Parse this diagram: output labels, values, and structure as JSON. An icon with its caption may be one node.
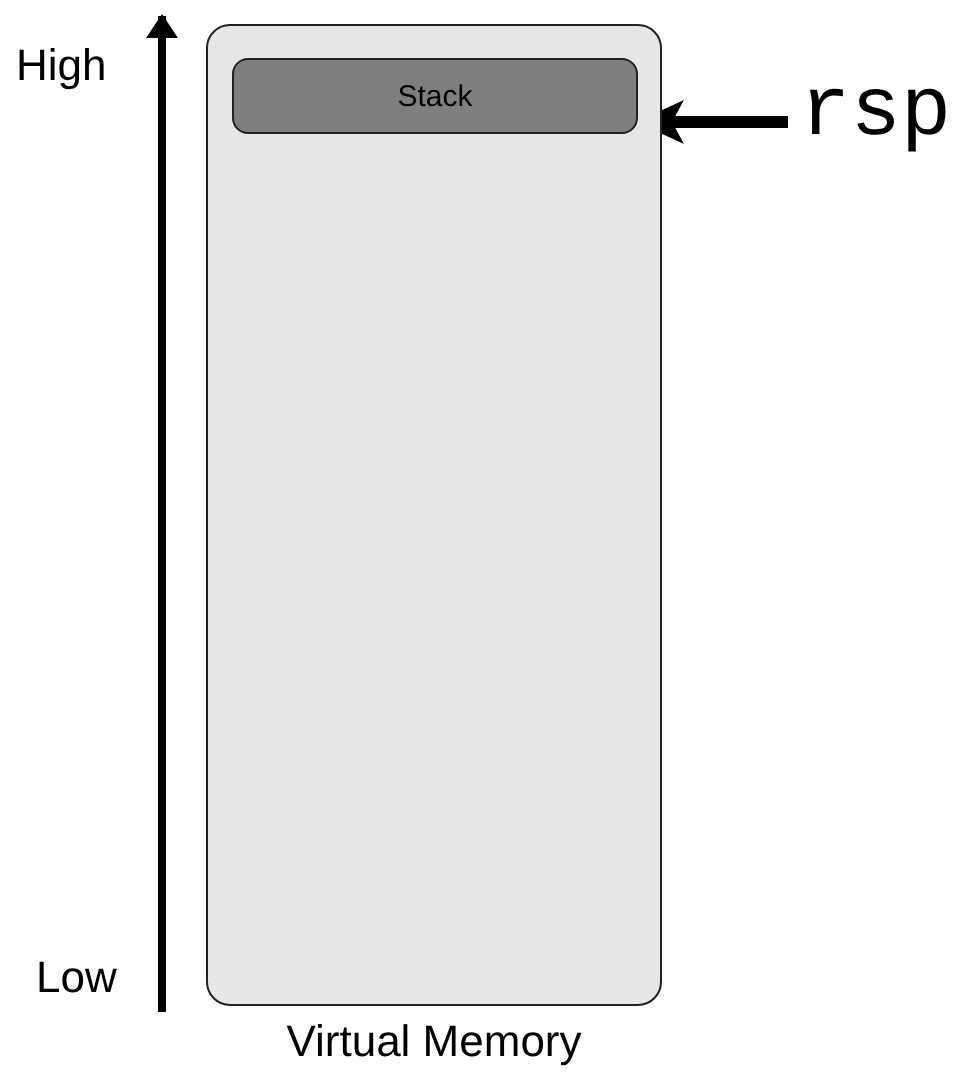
{
  "diagram": {
    "nodes": [
      {
        "text": [
          "Virtual Memory"
        ]
      },
      {
        "text": [
          "Stack"
        ],
        "in": 0
      },
      {
        "text": [
          "rsp"
        ]
      }
    ],
    "edges": [
      {
        "from": 2,
        "to": 1,
        "arrow": "to"
      }
    ],
    "labels": [
      "High",
      "Low"
    ]
  }
}
